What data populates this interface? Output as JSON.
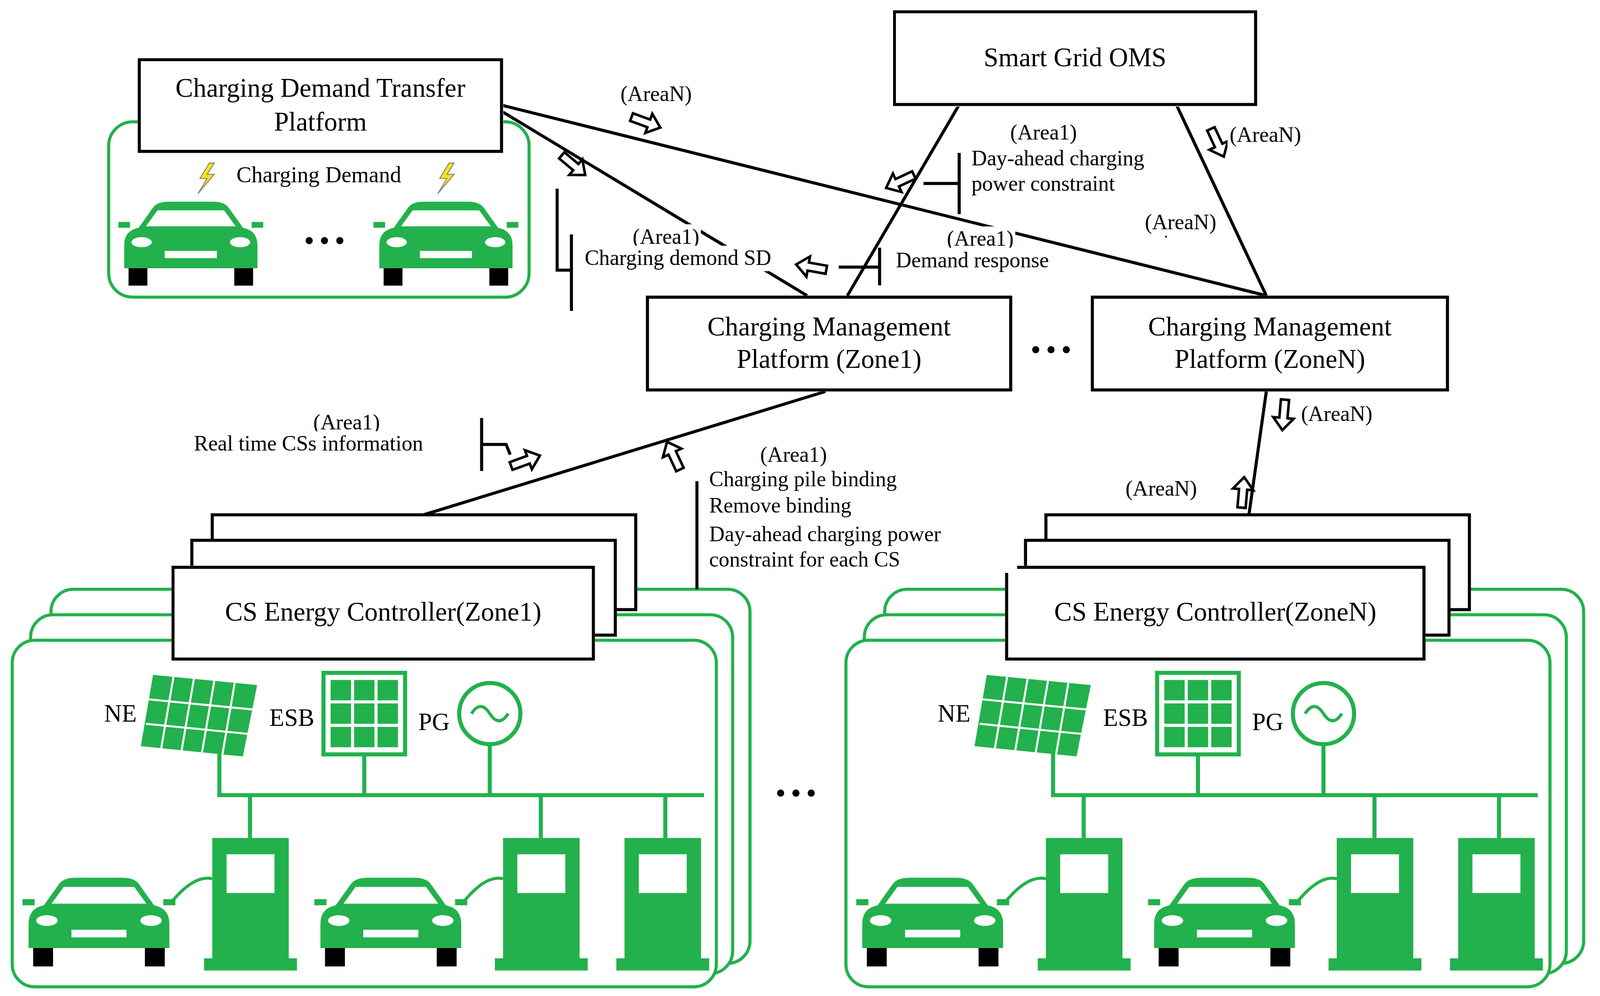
{
  "diagram": {
    "nodes": [
      {
        "text": [
          "Charging Demand Transfer Platform"
        ]
      },
      {
        "text": [
          "Charging Demand"
        ]
      },
      {
        "text": [
          "Smart Grid OMS"
        ]
      },
      {
        "text": [
          "Charging Management Platform (Zone1)"
        ]
      },
      {
        "text": [
          "Charging Management Platform (ZoneN)"
        ]
      },
      {
        "text": [
          "CS Energy Controller(Zone1)"
        ]
      },
      {
        "text": [
          "CS Energy Controller(ZoneN)"
        ]
      }
    ],
    "edges": [
      {
        "from": 0,
        "to": 3,
        "arrow": "none"
      },
      {
        "from": 0,
        "to": 4,
        "arrow": "none"
      },
      {
        "from": 2,
        "to": 3,
        "arrow": "none"
      },
      {
        "from": 2,
        "to": 4,
        "arrow": "none"
      },
      {
        "from": 3,
        "to": 5,
        "arrow": "none"
      },
      {
        "from": 4,
        "to": 6,
        "arrow": "none"
      }
    ],
    "labels": [
      "(AreaN)",
      "(Area1)",
      "Day-ahead charging power constraint",
      "(AreaN)",
      "(AreaN)",
      "(Area1)",
      "Demand response",
      "(Area1)",
      "Charging demond SD",
      "(Area1)",
      "Real time CSs information",
      "(Area1)",
      "Charging pile binding",
      "Remove binding",
      "Day-ahead charging power constraint for each CS",
      "(AreaN)",
      "(AreaN)",
      "NE",
      "ESB",
      "PG",
      "NE",
      "ESB",
      "PG"
    ]
  }
}
